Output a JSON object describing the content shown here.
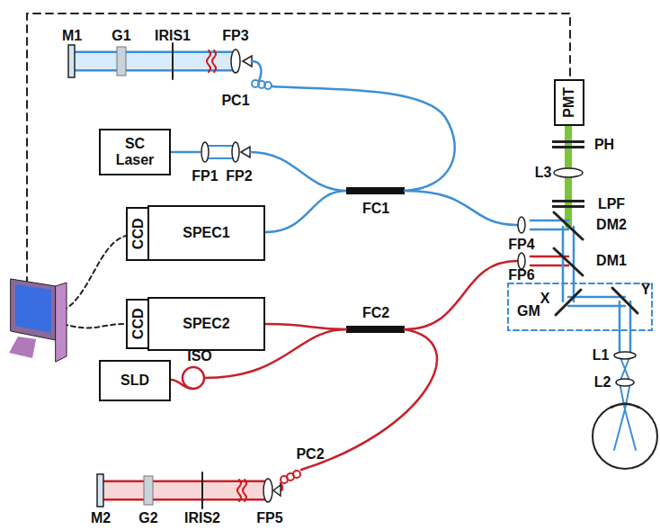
{
  "diagram": {
    "nodes": [
      {
        "text": [
          "SC Laser"
        ]
      },
      {
        "text": [
          "CCD"
        ]
      },
      {
        "text": [
          "SPEC1"
        ]
      },
      {
        "text": [
          "CCD"
        ]
      },
      {
        "text": [
          "SPEC2"
        ]
      },
      {
        "text": [
          "SLD"
        ]
      },
      {
        "text": [
          "PMT"
        ]
      }
    ],
    "labels": [
      "M1",
      "G1",
      "IRIS1",
      "FP3",
      "PC1",
      "FP1",
      "FP2",
      "FC1",
      "FC2",
      "ISO",
      "PC2",
      "M2",
      "G2",
      "IRIS2",
      "FP5",
      "FP4",
      "FP6",
      "PH",
      "L3",
      "LPF",
      "DM2",
      "DM1",
      "GM",
      "X",
      "Y",
      "L1",
      "L2"
    ]
  }
}
